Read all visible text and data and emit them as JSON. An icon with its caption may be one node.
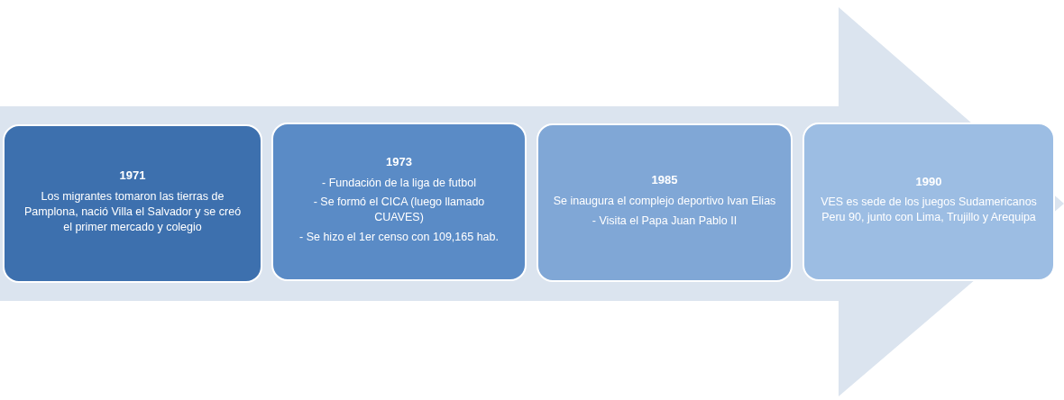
{
  "diagram": {
    "nodes": [
      {
        "text": [
          "1971",
          "Los migrantes tomaron las tierras de Pamplona, nació Villa el Salvador y se creó el primer mercado y colegio"
        ]
      },
      {
        "text": [
          "1973",
          "- Fundación de la liga de futbol",
          "- Se formó el CICA (luego llamado CUAVES)",
          "- Se hizo el 1er censo con 109,165 hab."
        ]
      },
      {
        "text": [
          "1985",
          "Se inaugura el complejo deportivo Ivan Elias",
          "- Visita el Papa Juan Pablo II"
        ]
      },
      {
        "text": [
          "1990",
          "VES es sede de los juegos Sudamericanos Peru 90, junto con Lima, Trujillo y Arequipa"
        ]
      }
    ],
    "edges": [
      {
        "from": 0,
        "to": 3,
        "arrow": "to"
      }
    ]
  }
}
